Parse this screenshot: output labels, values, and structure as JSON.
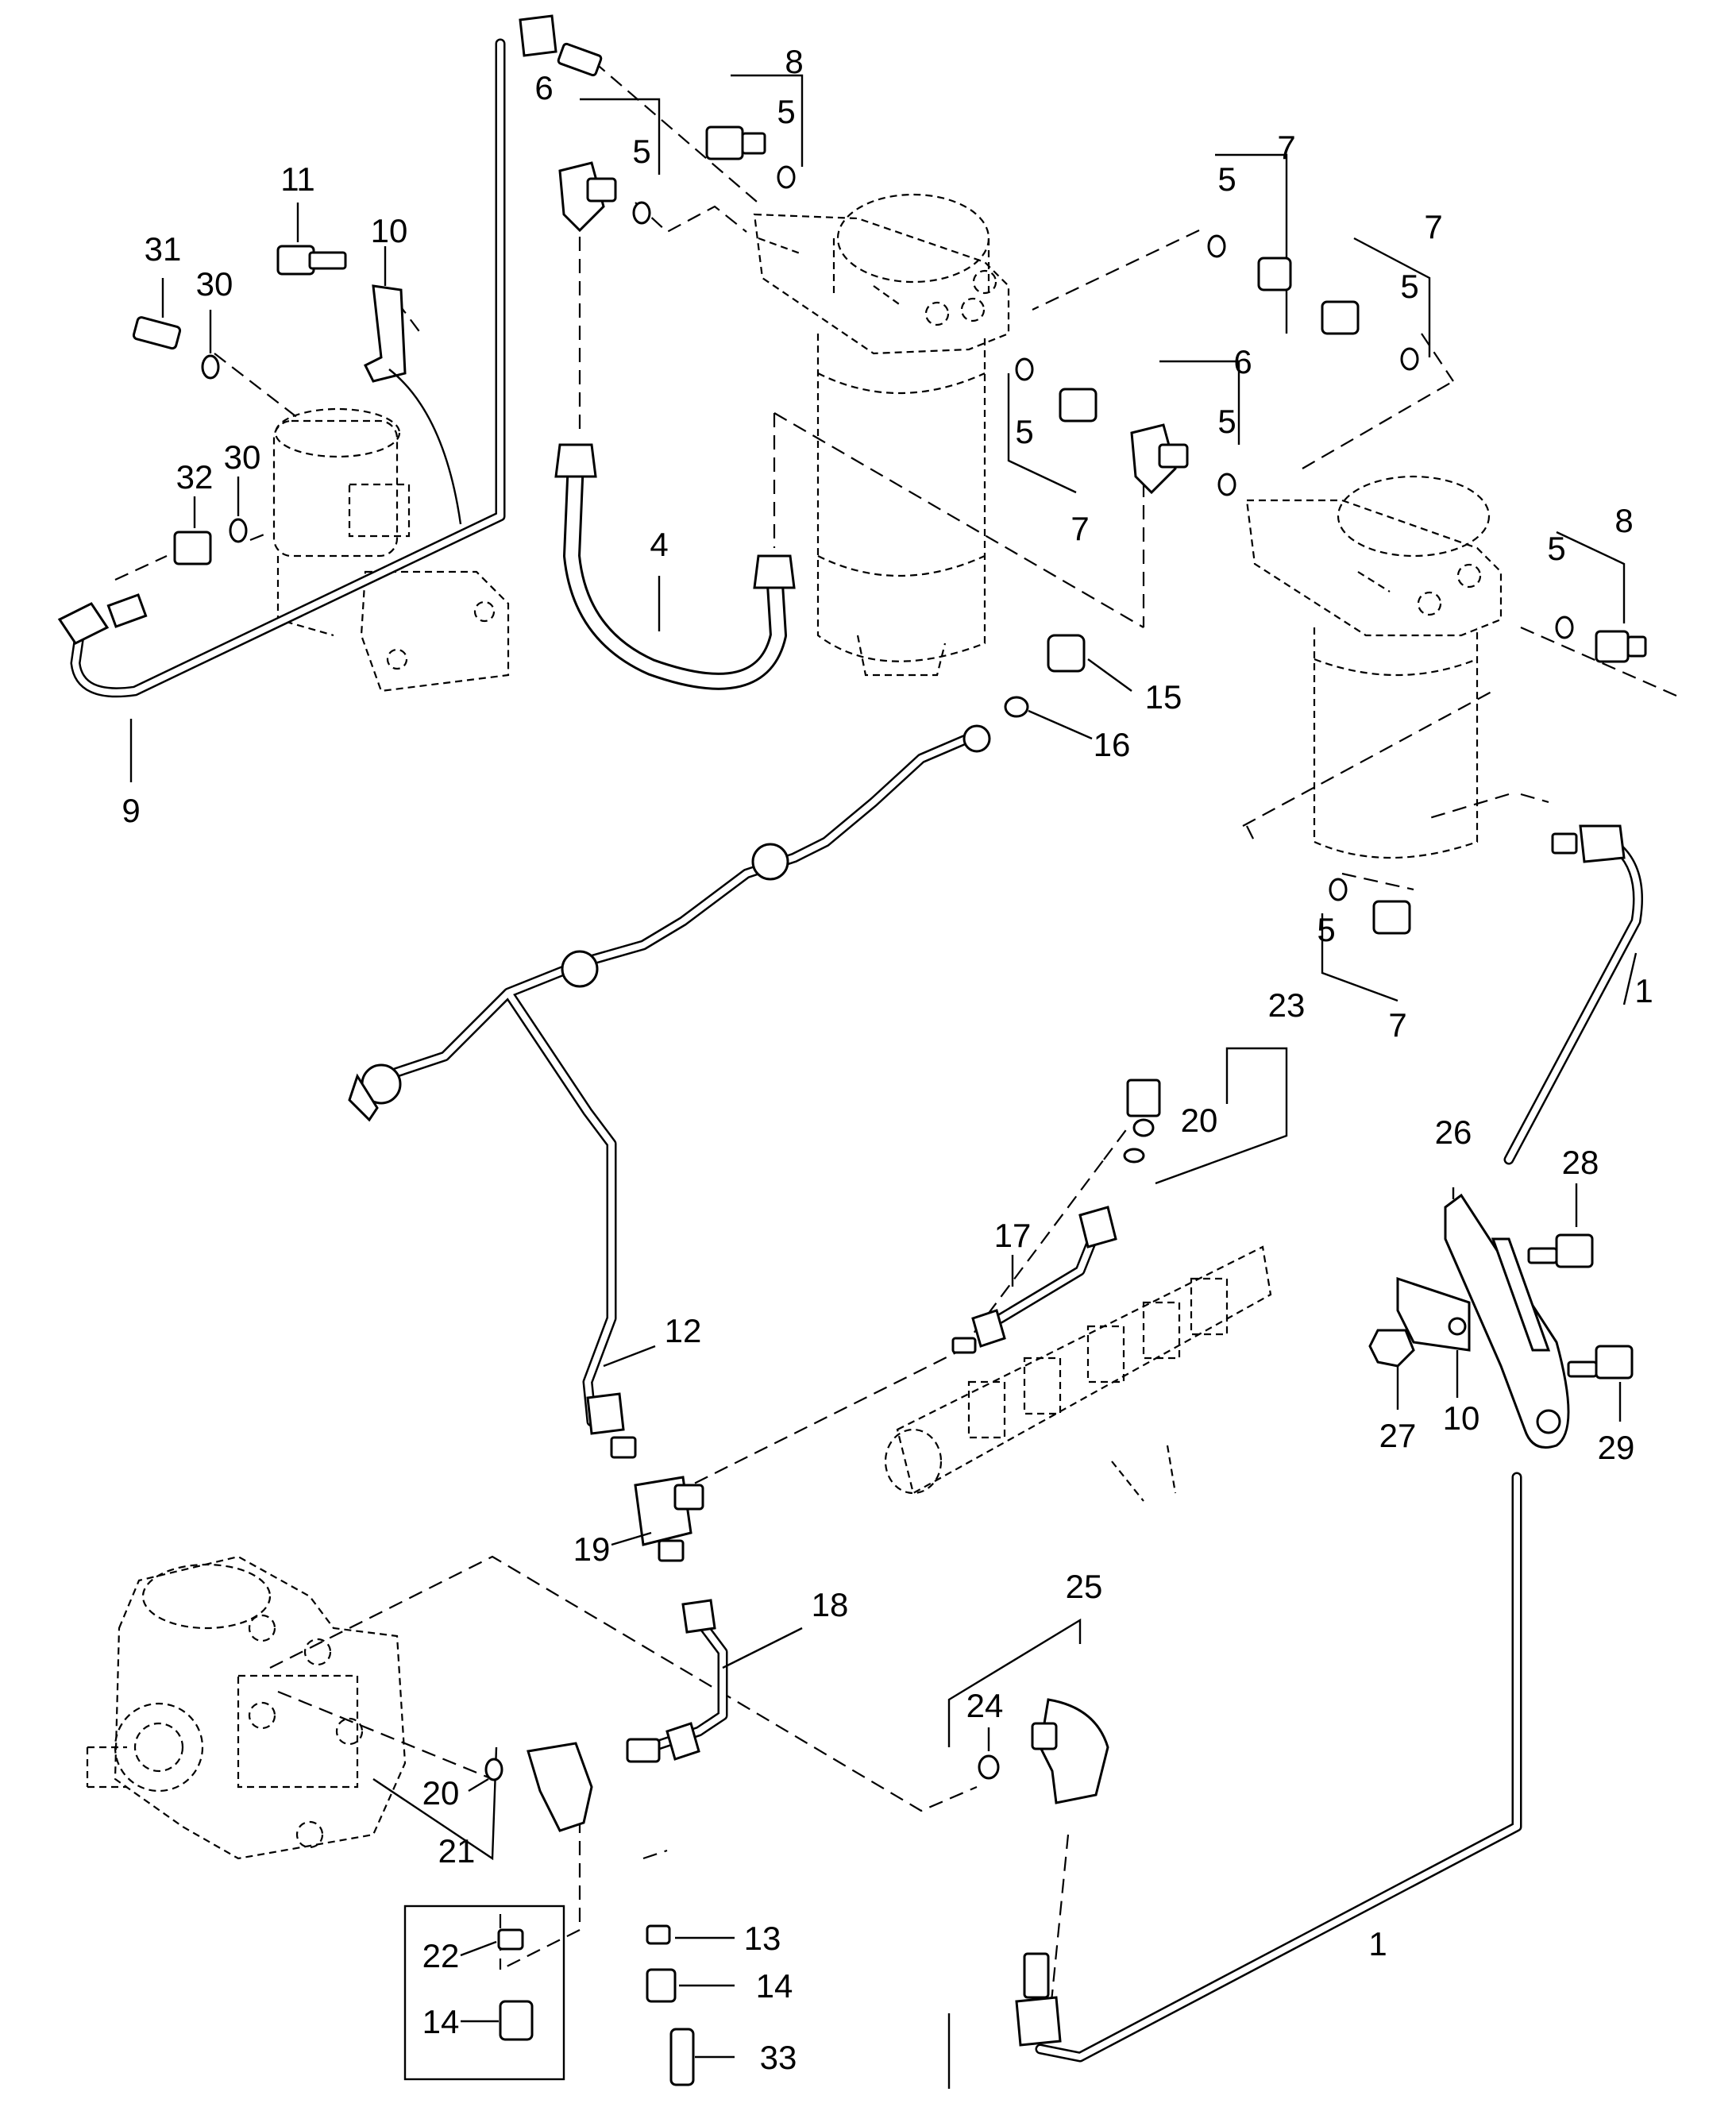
{
  "diagram": {
    "labels": {
      "pipe_lower_right": "1",
      "pipe_upper_right": "1",
      "flexible_hose": "4",
      "seal_ring": "5",
      "elbow_union_a": "6",
      "elbow_union_b": "6",
      "plug_filter_a": "7",
      "plug_filter_b": "7",
      "plug_filter_c": "7",
      "plug_filter_d": "7",
      "adapter_a": "8",
      "adapter_b": "8",
      "pipe_left": "9",
      "clip_top": "10",
      "clip_bottom": "10",
      "bolt_top": "11",
      "return_pipe": "12",
      "ring_13": "13",
      "nut_14a": "14",
      "nut_14b": "14",
      "cap_15": "15",
      "seal_16": "16",
      "pipe_17": "17",
      "pipe_18": "18",
      "tee_19": "19",
      "seal_20a": "20",
      "seal_20b": "20",
      "banjo_21": "21",
      "ring_22": "22",
      "sensor_23": "23",
      "seal_24": "24",
      "elbow_25": "25",
      "bracket_26": "26",
      "nut_27": "27",
      "bolt_28": "28",
      "bolt_29": "29",
      "seal_30a": "30",
      "seal_30b": "30",
      "valve_31": "31",
      "union_32": "32",
      "hose_33": "33"
    }
  }
}
